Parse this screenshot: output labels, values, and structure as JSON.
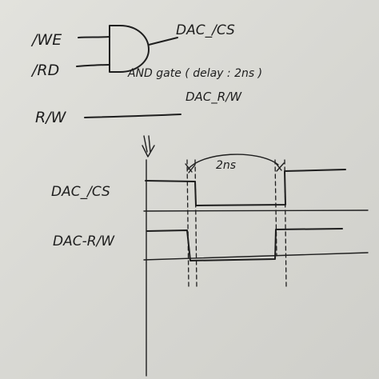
{
  "gate": {
    "inputs": [
      {
        "label": "/WE"
      },
      {
        "label": "/RD"
      }
    ],
    "output_label": "DAC_/CS",
    "caption": "AND gate ( delay : 2ns )"
  },
  "rw_signal": {
    "label": "R/W"
  },
  "rw_output": {
    "label": "DAC_R/W"
  },
  "timing": {
    "delay_label": "2ns",
    "signals": [
      {
        "label": "DAC_/CS"
      },
      {
        "label": "DAC-R/W"
      }
    ]
  }
}
